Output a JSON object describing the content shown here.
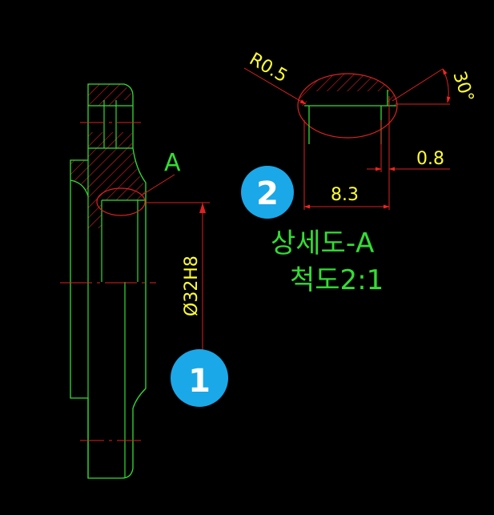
{
  "drawing": {
    "colors": {
      "background": "#000000",
      "outline": "#33dd33",
      "hatch": "#dd2222",
      "dimension": "#ff2222",
      "dimension_text": "#ffff33",
      "label": "#33dd33",
      "badge": "#1aa8e8",
      "badge_text": "#ffffff"
    },
    "labels": {
      "detail_marker": "A",
      "bore_dimension": "Ø32H8",
      "radius": "R0.5",
      "angle": "30°",
      "depth": "0.8",
      "width": "8.3",
      "detail_title": "상세도-A",
      "detail_scale": "척도2:1"
    },
    "badges": {
      "first": "1",
      "second": "2"
    }
  }
}
